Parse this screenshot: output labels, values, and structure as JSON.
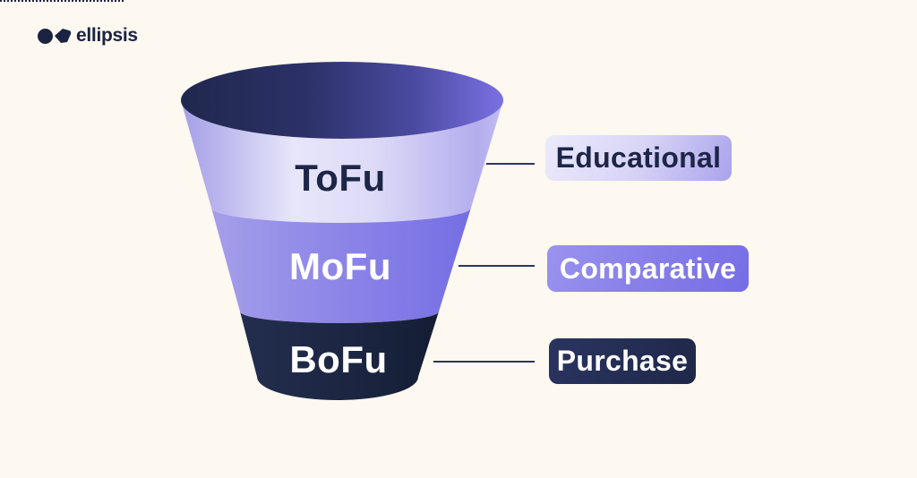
{
  "page": {
    "background_color": "#fdf8f0",
    "kind": "marketing-funnel-infographic"
  },
  "logo": {
    "text": "ellipsis",
    "color": "#1b2342",
    "mark": "circle-and-gem-icon"
  },
  "funnel": {
    "type": "funnel",
    "stages": [
      {
        "label": "ToFu",
        "annotation": "Educational",
        "band_colors": [
          "#a39ee6",
          "#e8e6fa",
          "#b3adee"
        ],
        "text_color": "#1d2647",
        "chip_colors": [
          "#eceafc",
          "#a9a2ed"
        ],
        "chip_text_color": "#1d2647"
      },
      {
        "label": "MoFu",
        "annotation": "Comparative",
        "band_colors": [
          "#a59fea",
          "#756ee4"
        ],
        "text_color": "#ffffff",
        "chip_colors": [
          "#9a93ee",
          "#756de5"
        ],
        "chip_text_color": "#ffffff"
      },
      {
        "label": "BoFu",
        "annotation": "Purchase",
        "band_colors": [
          "#232e4e",
          "#141d33"
        ],
        "text_color": "#ffffff",
        "chip_colors": [
          "#2a3460",
          "#1f2849"
        ],
        "chip_text_color": "#ffffff"
      }
    ],
    "opening_colors": [
      "#20284e",
      "#2b3166",
      "#4a4aa0",
      "#7a71e2"
    ],
    "connector_color": "#2c3660"
  }
}
